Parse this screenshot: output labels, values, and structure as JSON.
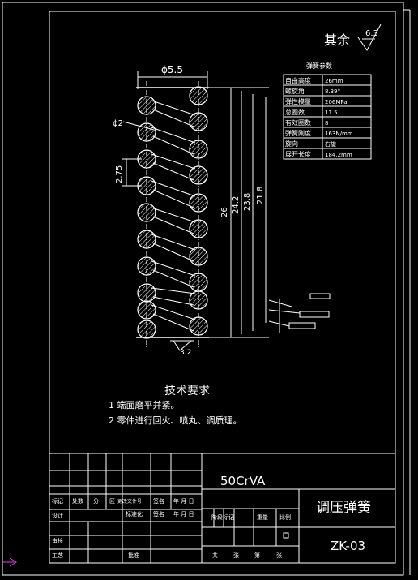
{
  "surface_roughness": {
    "prefix": "其余",
    "value": "6.3"
  },
  "spring_params": {
    "title": "弹簧参数",
    "rows": [
      [
        "自由高度",
        "26mm"
      ],
      [
        "螺旋角",
        "8.39°"
      ],
      [
        "弹性模量",
        "206MPa"
      ],
      [
        "总圈数",
        "11.5"
      ],
      [
        "有效圈数",
        "8"
      ],
      [
        "弹簧刚度",
        "163N/mm"
      ],
      [
        "旋向",
        "右旋"
      ],
      [
        "展开长度",
        "184.2mm"
      ]
    ]
  },
  "dimensions": {
    "outer_diameter": "ϕ5.5",
    "wire_diameter": "ϕ2",
    "pitch": "2.75",
    "free_height": "26",
    "h1": "24.2",
    "h2": "23.8",
    "h3": "21.8",
    "end_roughness": "3.2"
  },
  "tech_requirements": {
    "title": "技术要求",
    "items": [
      "1 端面磨平并紧。",
      "2 零件进行回火、喷丸、调质理。"
    ]
  },
  "title_block": {
    "material": "50CrVA",
    "part_name": "调压弹簧",
    "drawing_no": "ZK-03",
    "labels": {
      "biaoji": "标记",
      "chushu": "处数",
      "fen": "分",
      "qu": "区",
      "gengwai": "更改文件号",
      "qianming": "签名",
      "nianyueri": "年 月 日",
      "sheji": "设计",
      "biaozhunhua": "标准化",
      "jieduan": "阶段标记",
      "zhongliang": "重量",
      "bili": "比例",
      "shenhe": "审核",
      "gongyi": "工艺",
      "pizhun": "批准",
      "gong": "共",
      "zhang": "张",
      "di": "第",
      "zhang2": "张"
    }
  }
}
